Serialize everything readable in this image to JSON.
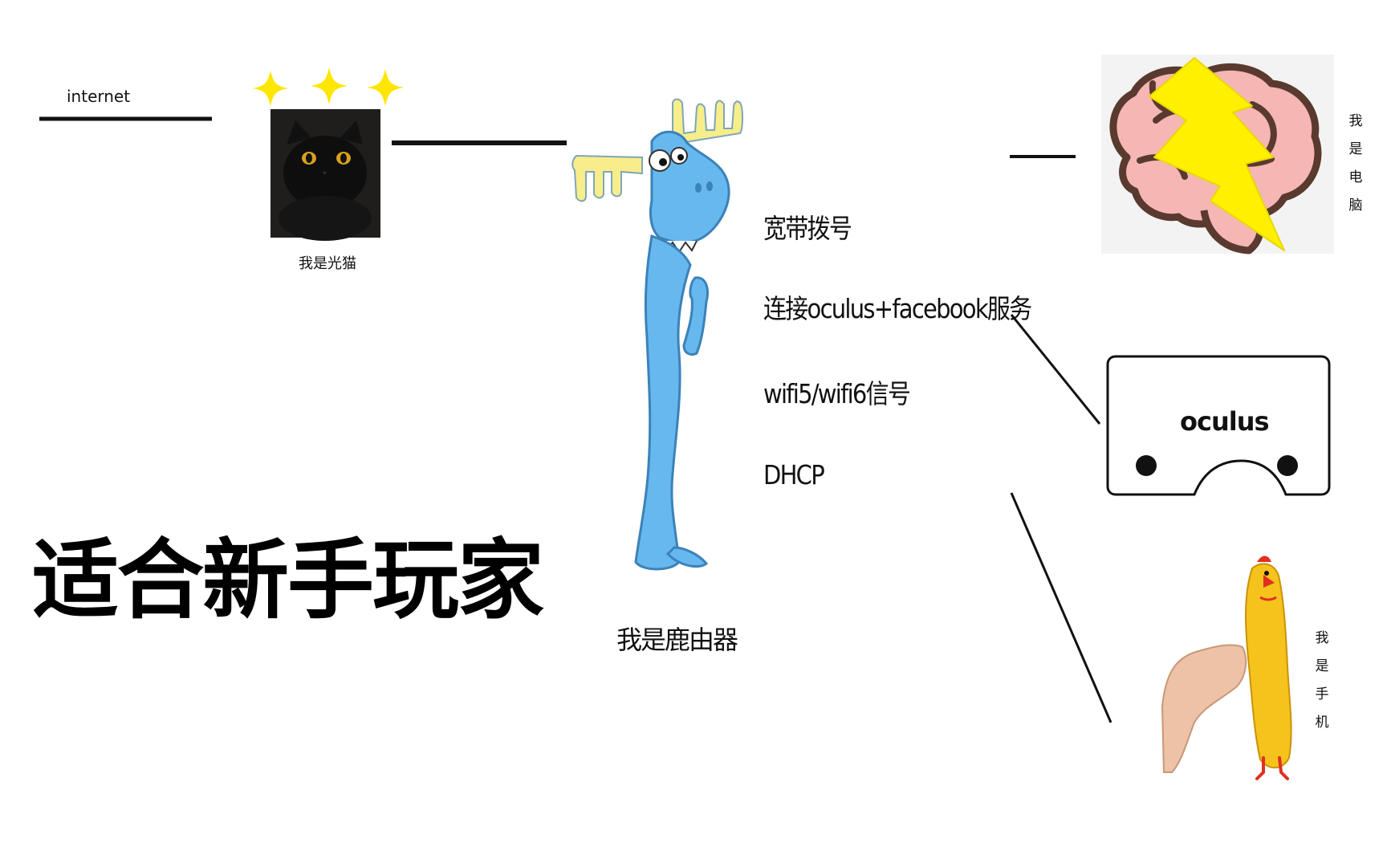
{
  "title": "适合新手玩家",
  "internet_label": "internet",
  "modem": {
    "label": "我是光猫"
  },
  "router": {
    "label": "我是鹿由器",
    "features": [
      "宽带拨号",
      "连接oculus+facebook服务",
      "wifi5/wifi6信号",
      "DHCP"
    ]
  },
  "computer": {
    "label": "我是电脑"
  },
  "headset": {
    "brand": "oculus"
  },
  "phone": {
    "label": "我是手机"
  },
  "colors": {
    "line": "#111111",
    "star": "#FFE600",
    "moose_blue": "#67B8EE",
    "antler_yellow": "#F7EE8B",
    "brain_pink": "#F6B6B4",
    "brain_outline": "#5A3A2E",
    "bolt": "#FFF000",
    "chicken": "#F6C21C"
  }
}
